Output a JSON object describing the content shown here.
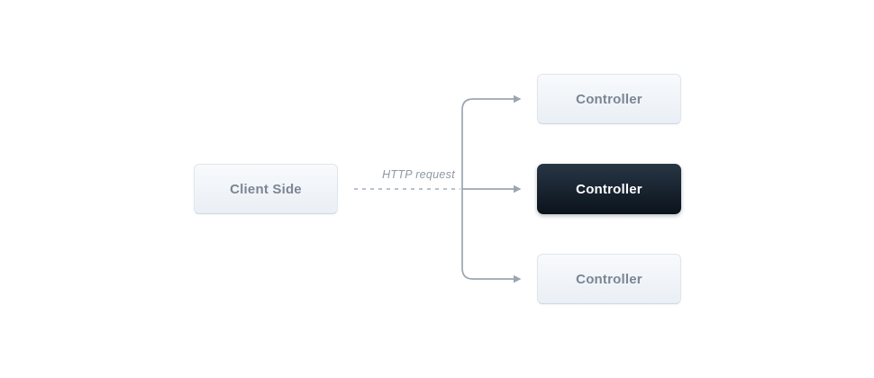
{
  "diagram": {
    "client_box": {
      "label": "Client Side"
    },
    "arrow_label": "HTTP request",
    "controller_boxes": [
      {
        "label": "Controller",
        "state": "default"
      },
      {
        "label": "Controller",
        "state": "active"
      },
      {
        "label": "Controller",
        "state": "default"
      }
    ],
    "colors": {
      "background": "#ffffff",
      "light_box_gradient_top": "#f8fafc",
      "light_box_gradient_bottom": "#eaeff5",
      "light_box_border": "#e0e6ed",
      "dark_box_gradient_top": "#273645",
      "dark_box_gradient_bottom": "#0b131c",
      "client_text": "#5a6673",
      "controller_light_text": "#7b8694",
      "controller_dark_text": "#ffffff",
      "arrow_line": "#9ba6b2",
      "dashed_line": "#b9c1ca",
      "label_text": "#8e98a4"
    }
  }
}
